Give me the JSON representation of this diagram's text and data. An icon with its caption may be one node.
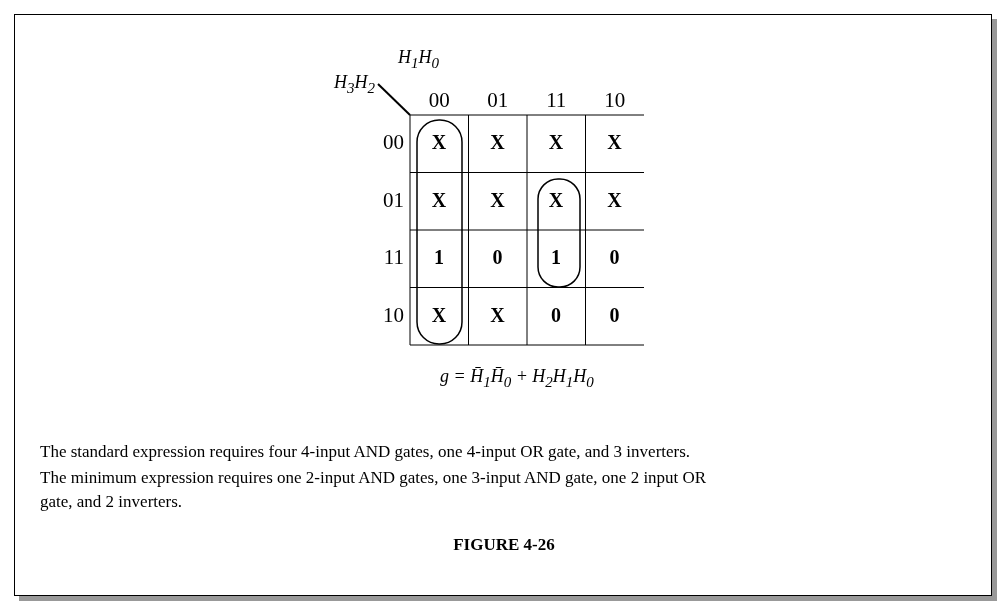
{
  "diagram": {
    "caption": "FIGURE 4-26",
    "labels": [
      "H$_{1}$H$_{0}$",
      "H$_{3}$H$_{2}$",
      "00",
      "01",
      "11",
      "10",
      "00",
      "X",
      "X",
      "X",
      "X",
      "01",
      "X",
      "X",
      "X",
      "X",
      "11",
      "1",
      "0",
      "1",
      "0",
      "10",
      "X",
      "X",
      "0",
      "0",
      "g = H̄$_{1}$H̄$_{0}$ + H$_{2}$H$_{1}$H$_{0}$",
      "The standard expression requires four 4-input AND gates, one 4-input OR gate, and 3 inverters.",
      "The minimum expression requires one 2-input AND gates, one 3-input AND gate, one 2 input OR gate, and 2 inverters."
    ]
  }
}
